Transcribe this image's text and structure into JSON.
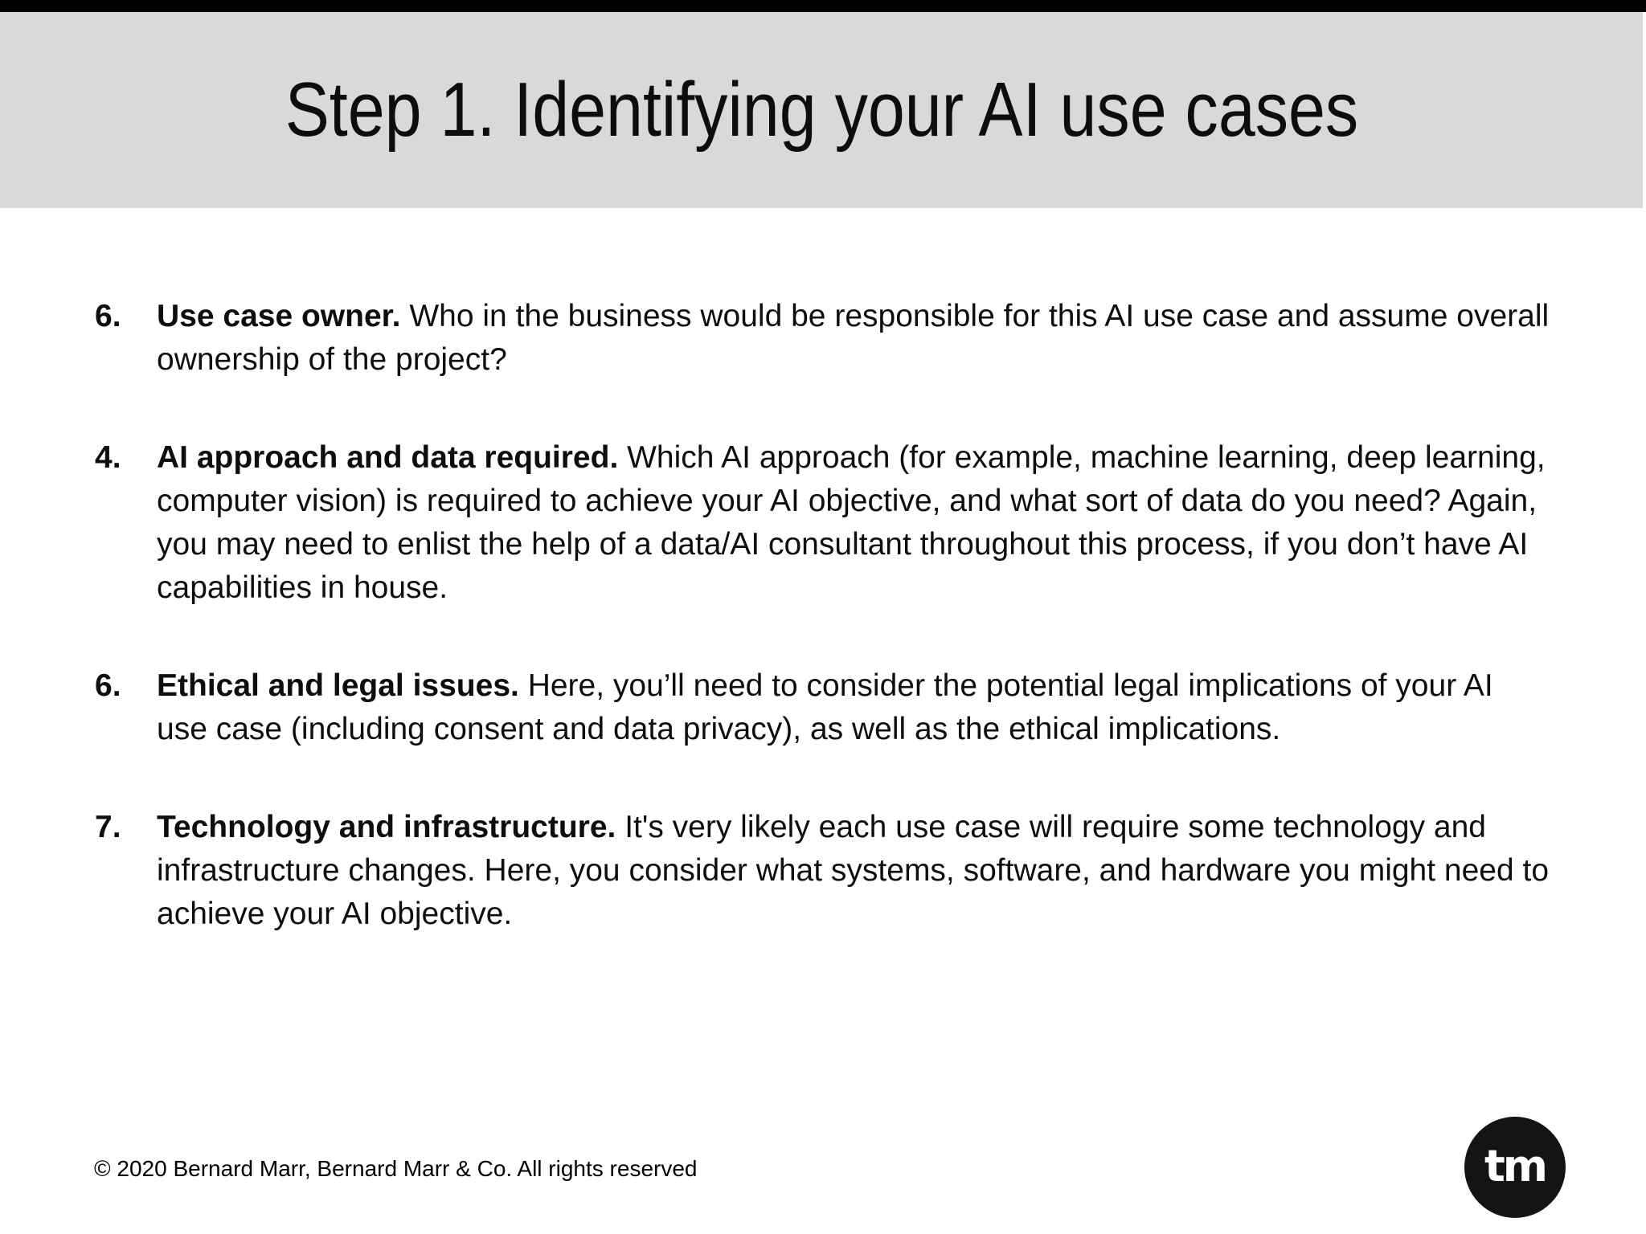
{
  "slide": {
    "title": "Step 1. Identifying your AI use cases",
    "items": [
      {
        "number": "6.",
        "lead": "Use case owner.",
        "text": "Who in the business would be responsible for this AI use case and assume overall ownership of the project?"
      },
      {
        "number": "4.",
        "lead": "AI approach and data required.",
        "text": "Which AI approach (for example, machine learning, deep learning, computer vision) is required to achieve your AI objective, and what sort of data do you need? Again, you may need to enlist the help of a data/AI consultant throughout this process, if you don’t have AI capabilities in house."
      },
      {
        "number": "6.",
        "lead": "Ethical and legal issues.",
        "text": "Here, you’ll need to consider the potential legal implications of your AI use case (including consent and data privacy), as well as the ethical implications."
      },
      {
        "number": "7.",
        "lead": "Technology and infrastructure.",
        "text": "It's very likely each use case will require some technology and infrastructure changes. Here, you consider what systems, software, and hardware you might need to achieve your AI objective."
      }
    ],
    "footer": "© 2020 Bernard Marr, Bernard Marr & Co. All rights reserved",
    "logo_text": "tm",
    "colors": {
      "top_bar": "#000000",
      "header_bg": "#d9d9d9",
      "text": "#0e0e0e",
      "logo_bg": "#141414",
      "logo_text": "#ffffff"
    }
  }
}
